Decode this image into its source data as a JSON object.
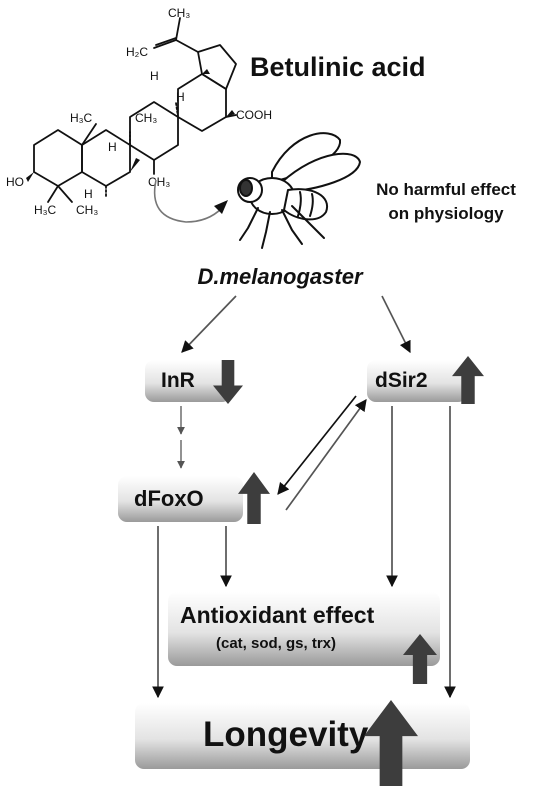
{
  "compound": {
    "name": "Betulinic acid",
    "atom_labels": {
      "h2c": "H₂C",
      "ch3_top": "CH₃",
      "h3c_left": "H₃C",
      "ch3_mid": "CH₃",
      "ch3_low": "CH₃",
      "h_a": "H",
      "h_b": "H",
      "h_c": "H",
      "h_d": "H",
      "cooh": "COOH",
      "ho": "HO",
      "h3c_bottom": "H₃C",
      "ch3_bottom": "CH₃"
    }
  },
  "organism": {
    "name": "D.melanogaster",
    "effect_note": [
      "No harmful effect",
      "on physiology"
    ]
  },
  "nodes": {
    "inr": {
      "label": "InR",
      "trend": "down"
    },
    "dsir2": {
      "label": "dSir2",
      "trend": "up"
    },
    "dfoxo": {
      "label": "dFoxO",
      "trend": "up"
    },
    "antioxidant": {
      "label": "Antioxidant effect",
      "detail": "(cat, sod, gs, trx)",
      "trend": "up"
    },
    "longevity": {
      "label": "Longevity",
      "trend": "up"
    }
  },
  "edges": [
    {
      "from": "organism",
      "to": "inr"
    },
    {
      "from": "organism",
      "to": "dsir2"
    },
    {
      "from": "inr",
      "to": "dfoxo"
    },
    {
      "from": "dsir2",
      "to": "dfoxo"
    },
    {
      "from": "dfoxo",
      "to": "dsir2"
    },
    {
      "from": "dfoxo",
      "to": "antioxidant"
    },
    {
      "from": "dsir2",
      "to": "antioxidant"
    },
    {
      "from": "dfoxo",
      "to": "longevity"
    },
    {
      "from": "dsir2",
      "to": "longevity"
    }
  ],
  "colors": {
    "arrow": "#111111",
    "trend_arrow": "#3d3d3d",
    "box_dark": "#9a9a9a",
    "box_light": "#ffffff"
  }
}
